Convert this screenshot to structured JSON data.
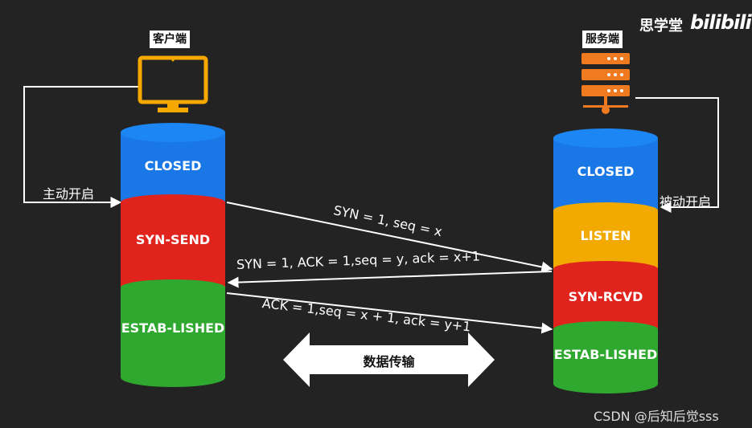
{
  "client": {
    "title": "客户端",
    "states": [
      "CLOSED",
      "SYN-SEND",
      "ESTAB-LISHED"
    ],
    "open_label": "主动开启"
  },
  "server": {
    "title": "服务端",
    "states": [
      "CLOSED",
      "LISTEN",
      "SYN-RCVD",
      "ESTAB-LISHED"
    ],
    "open_label": "被动开启"
  },
  "messages": {
    "m1": "SYN = 1, seq = x",
    "m2": "SYN = 1, ACK = 1,seq = y, ack = x+1",
    "m3": "ACK = 1,seq = x + 1, ack = y+1"
  },
  "transfer_label": "数据传输",
  "brand": {
    "name": "思学堂",
    "logo": "bilibili"
  },
  "watermark": "CSDN @后知后觉sss",
  "colors": {
    "blue": "#1a78e6",
    "red": "#e0231c",
    "green": "#2fa82f",
    "orange": "#f2a900",
    "monitor": "#f5a800",
    "server_icon": "#f07a20"
  }
}
